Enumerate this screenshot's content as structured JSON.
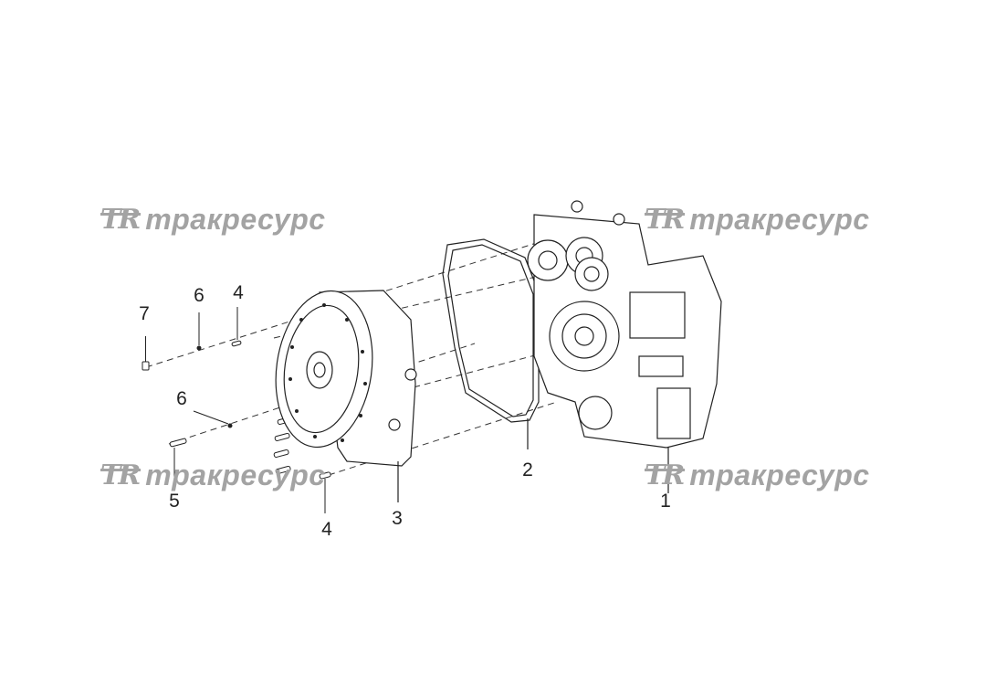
{
  "watermark": {
    "logo": "TR",
    "text": "тракресурс"
  },
  "callouts": {
    "c1": "1",
    "c2": "2",
    "c3": "3",
    "c4a": "4",
    "c4b": "4",
    "c5": "5",
    "c6a": "6",
    "c6b": "6",
    "c7": "7"
  }
}
